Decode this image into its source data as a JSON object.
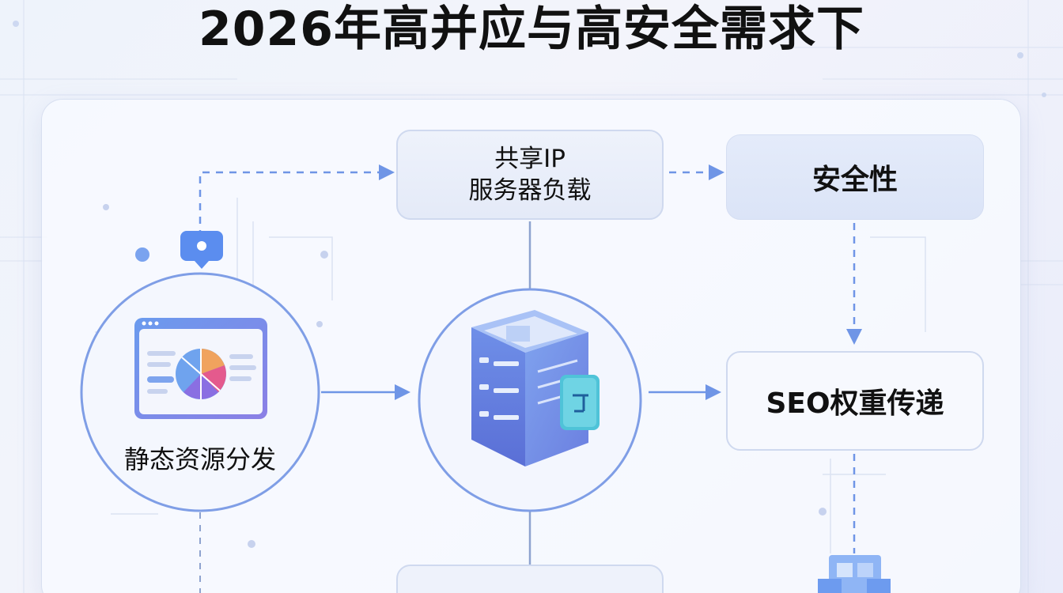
{
  "title": "2026年高并应与高安全需求下",
  "nodes": {
    "shared_ip": {
      "line1": "共享IP",
      "line2": "服务器负载"
    },
    "security": {
      "label": "安全性"
    },
    "seo": {
      "label": "SEO权重传递"
    },
    "static": {
      "label": "静态资源分发"
    }
  },
  "icons": {
    "chat": "chat-bubble-icon",
    "browser": "browser-chart-icon",
    "server": "server-cube-icon",
    "blocks": "stacked-blocks-icon"
  },
  "colors": {
    "accent": "#5b8def",
    "arrow": "#6f95e6",
    "circle_border": "#7f9ee6",
    "line": "#8ea3cf",
    "text": "#111111"
  }
}
